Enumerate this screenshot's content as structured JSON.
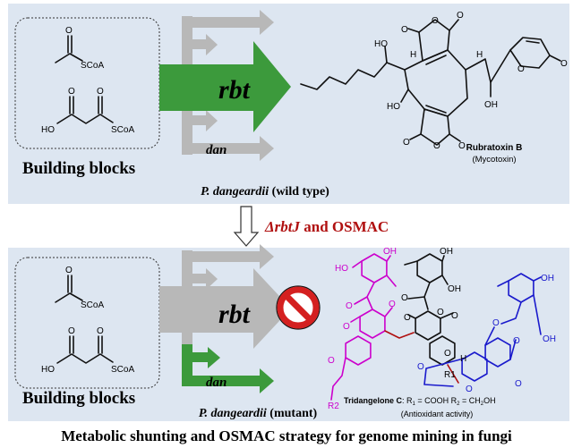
{
  "colors": {
    "panel": "#dde6f1",
    "active_arrow": "#3c9a3c",
    "inactive_arrow": "#b8b8b8",
    "strategy_text": "#b01010",
    "prohibition": "#d42020",
    "magenta_unit": "#cc00cc",
    "blue_unit": "#1a1acc",
    "linker_bond": "#b01010"
  },
  "building_blocks": {
    "label": "Building blocks",
    "acetyl_coa": {
      "o": "O",
      "scoa": "SCoA"
    },
    "malonyl_coa": {
      "o": "O",
      "ho": "HO",
      "scoa": "SCoA"
    }
  },
  "wild_type": {
    "main_arrow_label": "rbt",
    "minor_arrow_label": "dan",
    "organism": "P. dangeardii",
    "strain": "(wild type)",
    "product_name": "Rubratoxin B",
    "product_class": "(Mycotoxin)"
  },
  "strategy": {
    "icon": "hollow-down-arrow",
    "deletion": "ΔrbtJ",
    "rest": " and OSMAC"
  },
  "mutant": {
    "blocked_arrow_label": "rbt",
    "active_arrow_label": "dan",
    "blocked_icon": "prohibition-sign",
    "organism": "P. dangeardii",
    "strain": "(mutant)",
    "product_name": "Tridangelone C",
    "r1_label": "R",
    "r1_sub": "1",
    "r1_value": " = COOH",
    "r2_label": "R",
    "r2_sub": "2",
    "r2_value": " = CH",
    "r2_sub2": "2",
    "r2_value2": "OH",
    "activity": "(Antioxidant activity)"
  },
  "atoms": {
    "O": "O",
    "HO": "HO",
    "OH": "OH",
    "H": "H",
    "R1": "R1",
    "R2": "R2"
  },
  "caption": "Metabolic shunting and OSMAC strategy for genome mining in fungi"
}
